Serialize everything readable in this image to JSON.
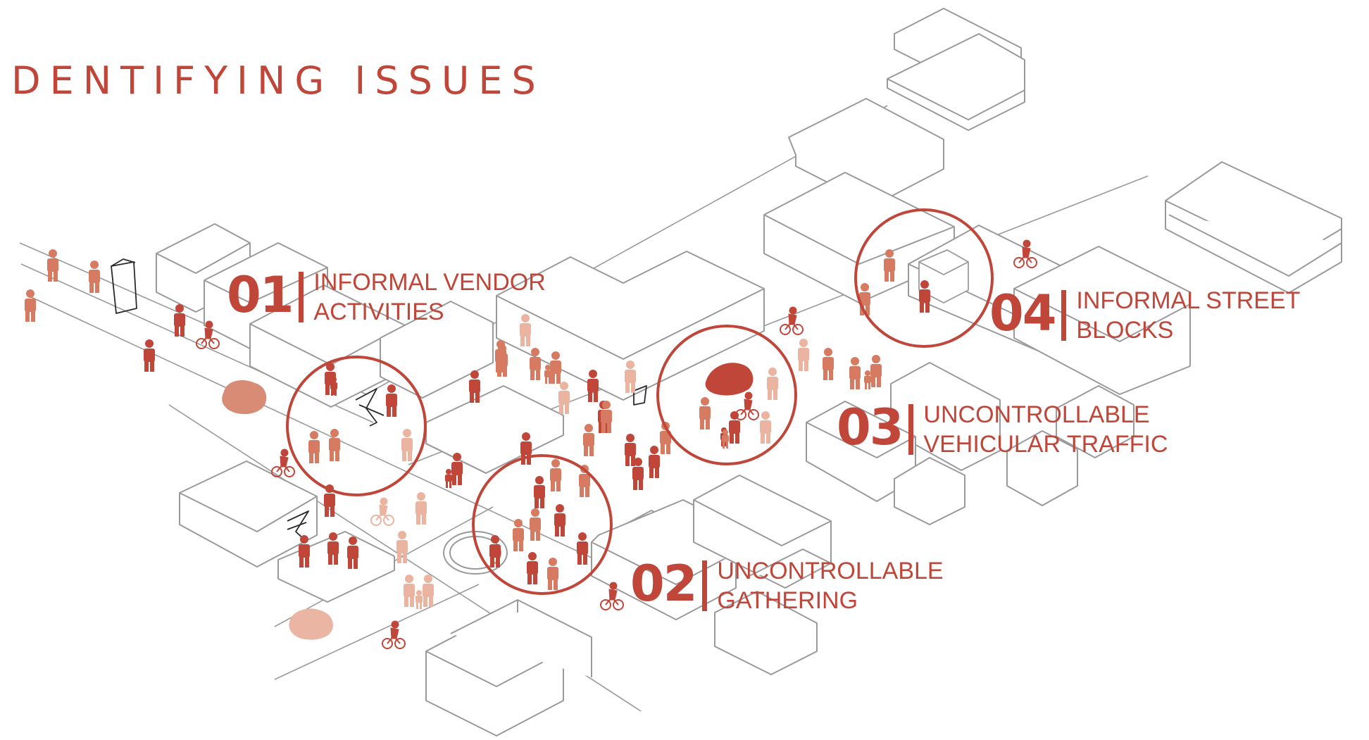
{
  "title": "DENTIFYING ISSUES",
  "issues": [
    {
      "number": "01",
      "line1": "INFORMAL VENDOR",
      "line2": "ACTIVITIES"
    },
    {
      "number": "02",
      "line1": "UNCONTROLLABLE",
      "line2": "GATHERING"
    },
    {
      "number": "03",
      "line1": "UNCONTROLLABLE",
      "line2": "VEHICULAR TRAFFIC"
    },
    {
      "number": "04",
      "line1": "INFORMAL STREET",
      "line2": "BLOCKS"
    }
  ],
  "colors": {
    "accent": "#c0463a",
    "building_line": "#9a9a9a",
    "people_dark": "#c0463a",
    "people_mid": "#d67b62",
    "people_light": "#ebb4a0"
  }
}
